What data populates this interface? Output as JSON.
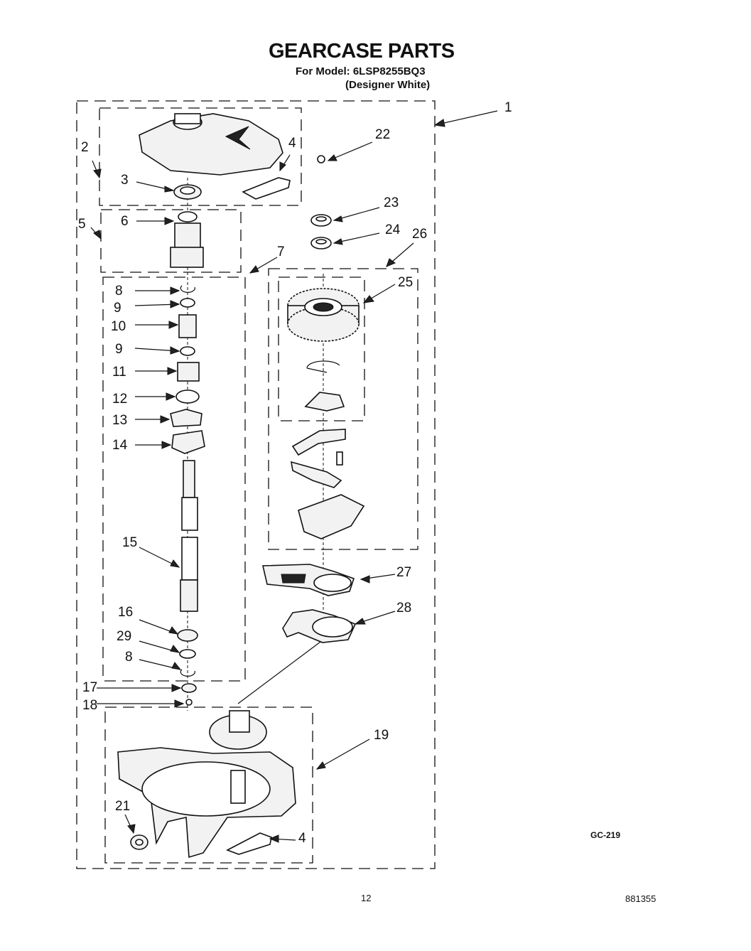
{
  "header": {
    "title": "GEARCASE PARTS",
    "model_line": "For Model: 6LSP8255BQ3",
    "variant_line": "(Designer White)"
  },
  "footer": {
    "diagram_code": "GC-219",
    "page_number": "12",
    "document_number": "881355"
  },
  "callouts": {
    "c1": "1",
    "c2": "2",
    "c3": "3",
    "c4a": "4",
    "c4b": "4",
    "c5": "5",
    "c6": "6",
    "c7": "7",
    "c8a": "8",
    "c8b": "8",
    "c9a": "9",
    "c9b": "9",
    "c10": "10",
    "c11": "11",
    "c12": "12",
    "c13": "13",
    "c14": "14",
    "c15": "15",
    "c16": "16",
    "c17": "17",
    "c18": "18",
    "c19": "19",
    "c21": "21",
    "c22": "22",
    "c23": "23",
    "c24": "24",
    "c25": "25",
    "c26": "26",
    "c27": "27",
    "c28": "28",
    "c29": "29"
  }
}
